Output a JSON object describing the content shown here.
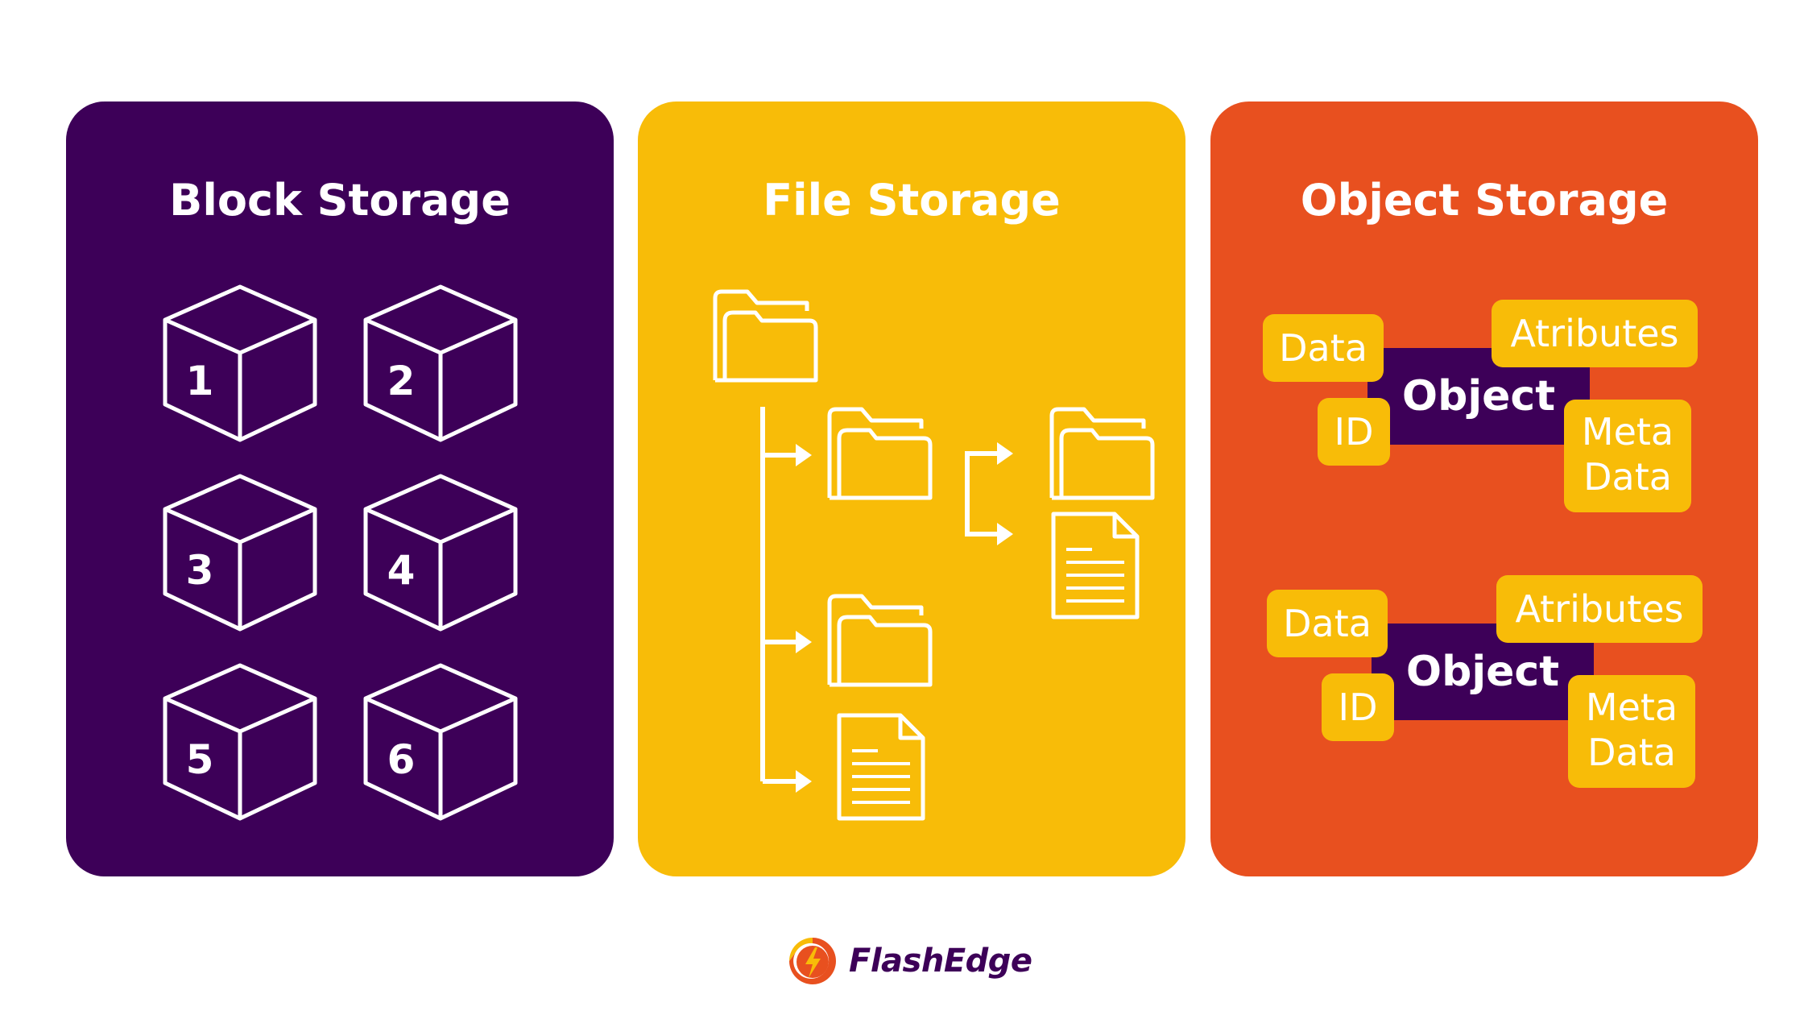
{
  "panels": {
    "block": {
      "title": "Block Storage",
      "cube_numbers": [
        "1",
        "2",
        "3",
        "4",
        "5",
        "6"
      ],
      "background": "#3d0058"
    },
    "file": {
      "title": "File Storage",
      "background": "#f8bc08"
    },
    "object": {
      "title": "Object Storage",
      "background": "#e8501f",
      "objects": [
        {
          "label": "Object",
          "data": "Data",
          "id": "ID",
          "attributes": "Atributes",
          "meta_line1": "Meta",
          "meta_line2": "Data"
        },
        {
          "label": "Object",
          "data": "Data",
          "id": "ID",
          "attributes": "Atributes",
          "meta_line1": "Meta",
          "meta_line2": "Data"
        }
      ]
    }
  },
  "brand": {
    "name": "FlashEdge",
    "logo_icon": "lightning-bolt-icon",
    "accent": "#e8501f"
  }
}
